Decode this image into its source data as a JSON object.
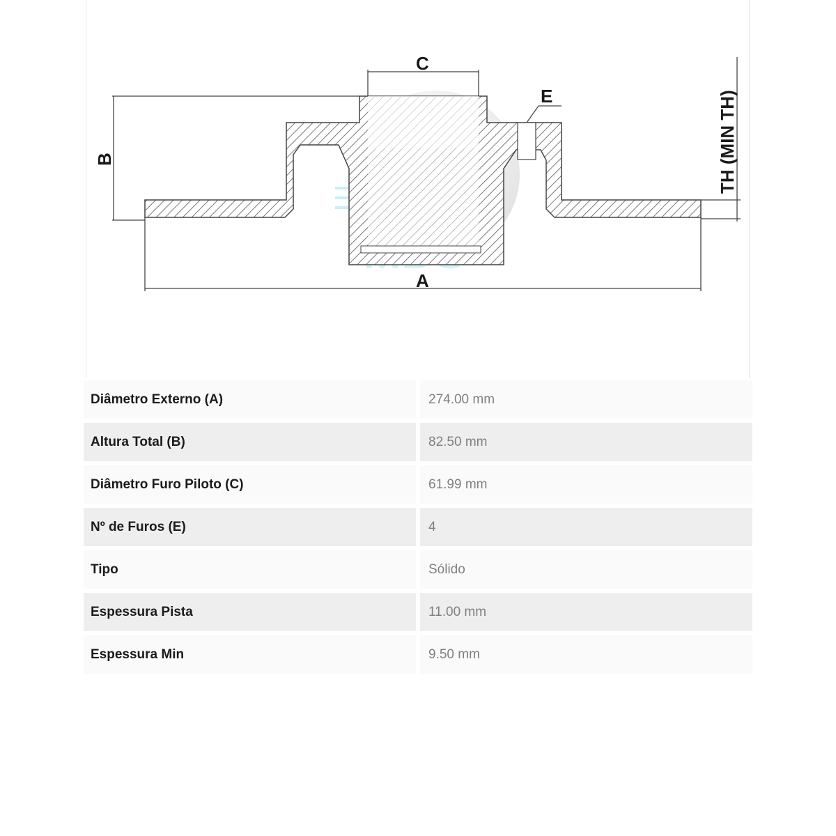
{
  "diagram": {
    "labels": {
      "a": "A",
      "b": "B",
      "c": "C",
      "e": "E",
      "th": "TH (MIN TH)"
    },
    "watermark": "MDS"
  },
  "specs": [
    {
      "label": "Diâmetro Externo (A)",
      "value": "274.00 mm"
    },
    {
      "label": "Altura Total (B)",
      "value": "82.50 mm"
    },
    {
      "label": "Diâmetro Furo Piloto (C)",
      "value": "61.99 mm"
    },
    {
      "label": "Nº de Furos (E)",
      "value": "4"
    },
    {
      "label": "Tipo",
      "value": "Sólido"
    },
    {
      "label": "Espessura Pista",
      "value": "11.00 mm"
    },
    {
      "label": "Espessura Min",
      "value": "9.50 mm"
    }
  ],
  "colors": {
    "row_light": "#fafafa",
    "row_dark": "#eeeeee",
    "label_text": "#1b1b1b",
    "value_text": "#808080",
    "watermark": "#d6f4f8"
  }
}
